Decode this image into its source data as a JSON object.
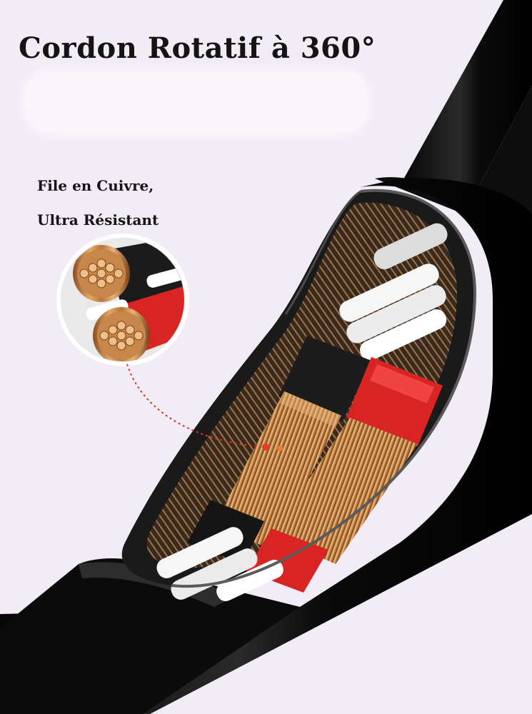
{
  "header": {
    "title": "Cordon Rotatif à 360°"
  },
  "callout": {
    "line1": "File en Cuivre,",
    "line2": "Ultra Résistant"
  },
  "colors": {
    "background": "#f1ecf6",
    "cable_jacket": "#111111",
    "copper": "#c98a4b",
    "insulation_red": "#d92424",
    "filler_white": "#f4f4f4",
    "leader_line": "#d23a2a"
  },
  "icons": [
    "cable-illustration",
    "copper-strand-zoom-icon"
  ]
}
